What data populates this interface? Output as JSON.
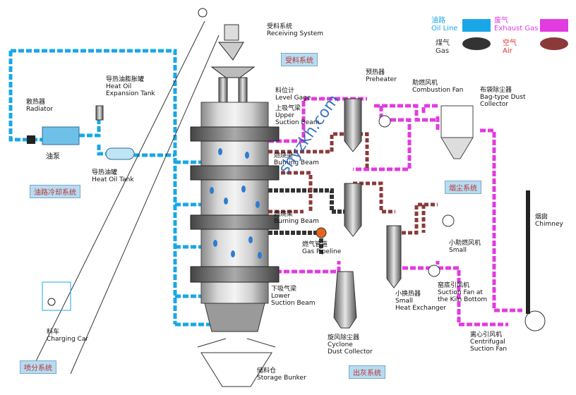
{
  "legend": {
    "oil": {
      "cn": "油路",
      "en": "Oil Line",
      "color": "#1aa7e8"
    },
    "exhaust": {
      "cn": "废气",
      "en": "Exhaust Gas",
      "color": "#e23be0"
    },
    "gas": {
      "cn": "煤气",
      "en": "Gas",
      "color": "#333333"
    },
    "air": {
      "cn": "空气",
      "en": "Air",
      "color": "#8b3a3a"
    }
  },
  "systems": {
    "feeding": "受料系统",
    "oil_cooling": "油路冷却系统",
    "dedusting": "烟尘系统",
    "distribution": "喷分系统",
    "ash": "出灰系统"
  },
  "labels": {
    "receiving": {
      "cn": "受料系统",
      "en": "Receiving System"
    },
    "radiator": {
      "cn": "散热器",
      "en": "Radiator"
    },
    "expansion": {
      "cn": "导热油膨胀罐",
      "en1": "Heat Oil",
      "en2": "Expansion Tank"
    },
    "pump": {
      "cn": "油泵"
    },
    "oil_tank": {
      "cn": "导热油罐",
      "en": "Heat Oil Tank"
    },
    "level": {
      "cn": "料位计",
      "en": "Level Gage"
    },
    "upper_beam": {
      "cn": "上吸气梁",
      "en1": "Upper",
      "en2": "Suction Beam"
    },
    "burning1": {
      "cn": "燃烧梁",
      "en": "Burning Beam"
    },
    "burning2": {
      "cn": "燃烧梁",
      "en": "Burning Beam"
    },
    "gas_pipe": {
      "cn": "燃气管道",
      "en": "Gas Pipeline"
    },
    "lower_beam": {
      "cn": "下吸气梁",
      "en1": "Lower",
      "en2": "Suction Beam"
    },
    "preheater": {
      "cn": "预热器",
      "en": "Preheater"
    },
    "combustion_fan": {
      "cn": "助燃风机",
      "en": "Combustion Fan"
    },
    "bag_filter": {
      "cn": "布袋除尘器",
      "en1": "Bag-type Dust",
      "en2": "Collector"
    },
    "small_fan": {
      "cn": "小助燃风机",
      "en": "Small"
    },
    "bottom_fan": {
      "cn": "窑底引风机",
      "en1": "Suction Fan at",
      "en2": "the Kiln Bottom"
    },
    "small_hx": {
      "cn": "小换热器",
      "en1": "Small",
      "en2": "Heat Exchanger"
    },
    "cyclone": {
      "cn": "旋风除尘器",
      "en1": "Cyclone",
      "en2": "Dust Collector"
    },
    "chimney": {
      "cn": "烟囱",
      "en": "Chimney"
    },
    "centrifugal": {
      "cn": "离心引风机",
      "en1": "Centrifugal",
      "en2": "Suction Fan"
    },
    "charging": {
      "cn": "料车",
      "en": "Charging Car"
    },
    "storage": {
      "cn": "储料仓",
      "en": "Storage Bunker"
    }
  },
  "watermark": "shyzkh.com"
}
